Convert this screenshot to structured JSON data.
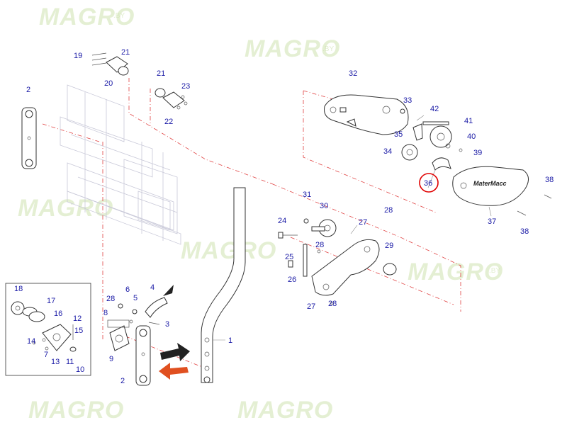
{
  "watermark": {
    "brand": "MAGRO",
    "suffix": ".BY"
  },
  "colors": {
    "label": "#1a1aa6",
    "callout_highlight": "#e00000",
    "arrow_right": "#222222",
    "arrow_left": "#e05020",
    "leader": "#e04040"
  },
  "highlighted_part": "36",
  "cover_brand": "MaterMacc",
  "part_labels": [
    {
      "n": "1"
    },
    {
      "n": "2"
    },
    {
      "n": "2b",
      "t": "2"
    },
    {
      "n": "3"
    },
    {
      "n": "4"
    },
    {
      "n": "5"
    },
    {
      "n": "6"
    },
    {
      "n": "7"
    },
    {
      "n": "8"
    },
    {
      "n": "9"
    },
    {
      "n": "10"
    },
    {
      "n": "11"
    },
    {
      "n": "12"
    },
    {
      "n": "13"
    },
    {
      "n": "14"
    },
    {
      "n": "15"
    },
    {
      "n": "16"
    },
    {
      "n": "17"
    },
    {
      "n": "18"
    },
    {
      "n": "19"
    },
    {
      "n": "20"
    },
    {
      "n": "21"
    },
    {
      "n": "21b",
      "t": "21"
    },
    {
      "n": "22"
    },
    {
      "n": "23"
    },
    {
      "n": "24"
    },
    {
      "n": "25"
    },
    {
      "n": "26"
    },
    {
      "n": "27"
    },
    {
      "n": "27b",
      "t": "27"
    },
    {
      "n": "28"
    },
    {
      "n": "28b",
      "t": "28"
    },
    {
      "n": "28c",
      "t": "28"
    },
    {
      "n": "28d",
      "t": "28"
    },
    {
      "n": "29"
    },
    {
      "n": "30"
    },
    {
      "n": "31"
    },
    {
      "n": "32"
    },
    {
      "n": "33"
    },
    {
      "n": "34"
    },
    {
      "n": "35"
    },
    {
      "n": "36"
    },
    {
      "n": "37"
    },
    {
      "n": "38"
    },
    {
      "n": "38b",
      "t": "38"
    },
    {
      "n": "39"
    },
    {
      "n": "40"
    },
    {
      "n": "41"
    },
    {
      "n": "42"
    }
  ]
}
